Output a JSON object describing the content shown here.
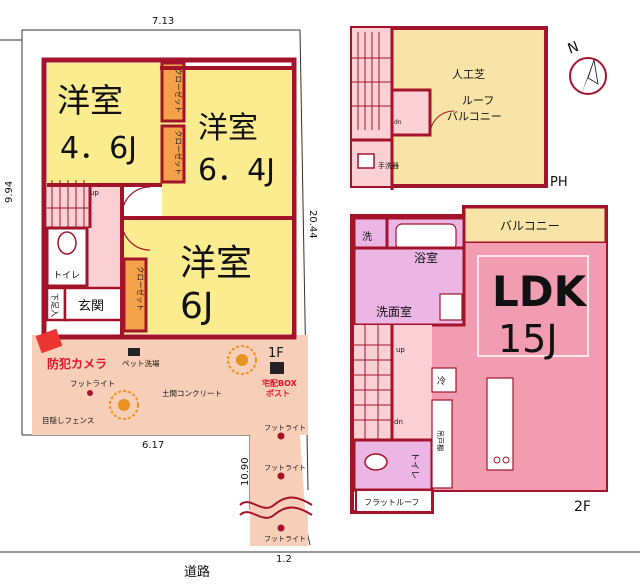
{
  "dims": {
    "top_width": "7.13",
    "left_height": "9.94",
    "right_height": "20.44",
    "bottom_width": "6.17",
    "drive_length": "10.90",
    "drive_width": "1.2"
  },
  "floor_1f": {
    "label": "1F",
    "room_a": {
      "name": "洋室",
      "size": "4．6J"
    },
    "room_b": {
      "name": "洋室",
      "size": "6．4J"
    },
    "room_c": {
      "name": "洋室",
      "size": "6J"
    },
    "closet": "クローゼット",
    "up": "up",
    "toilet": "トイレ",
    "shoe_box": "下足入",
    "entrance": "玄関",
    "camera": "防犯カメラ",
    "pet_wash": "ペット洗場",
    "footlight": "フットライト",
    "concrete": "土間コンクリート",
    "delivery": "宅配BOX\nポスト",
    "fence": "目隠しフェンス",
    "road": "道路"
  },
  "floor_ph": {
    "label": "PH",
    "turf": "人工芝",
    "roof_balcony": "ルーフ\nバルコニー",
    "dn": "dn",
    "sink": "手洗器"
  },
  "floor_2f": {
    "label": "2F",
    "wash": "洗",
    "bath": "浴室",
    "balcony": "バルコニー",
    "ldk_name": "LDK",
    "ldk_size": "15J",
    "washroom": "洗面室",
    "up": "up",
    "dn": "dn",
    "fridge": "冷",
    "cabinet": "吊戸棚",
    "toilet": "トイレ",
    "flat_roof": "フラットルーフ"
  },
  "compass": "N",
  "colors": {
    "wall": "#a3142a",
    "room_yellow": "#fbec8f",
    "closet_orange": "#f4a24a",
    "ldk_pink": "#f19cb0",
    "wash_violet": "#ecb6e4",
    "exterior": "#f7cfb8",
    "roof": "#f8e4a6",
    "corridor": "#fbd0d4"
  }
}
